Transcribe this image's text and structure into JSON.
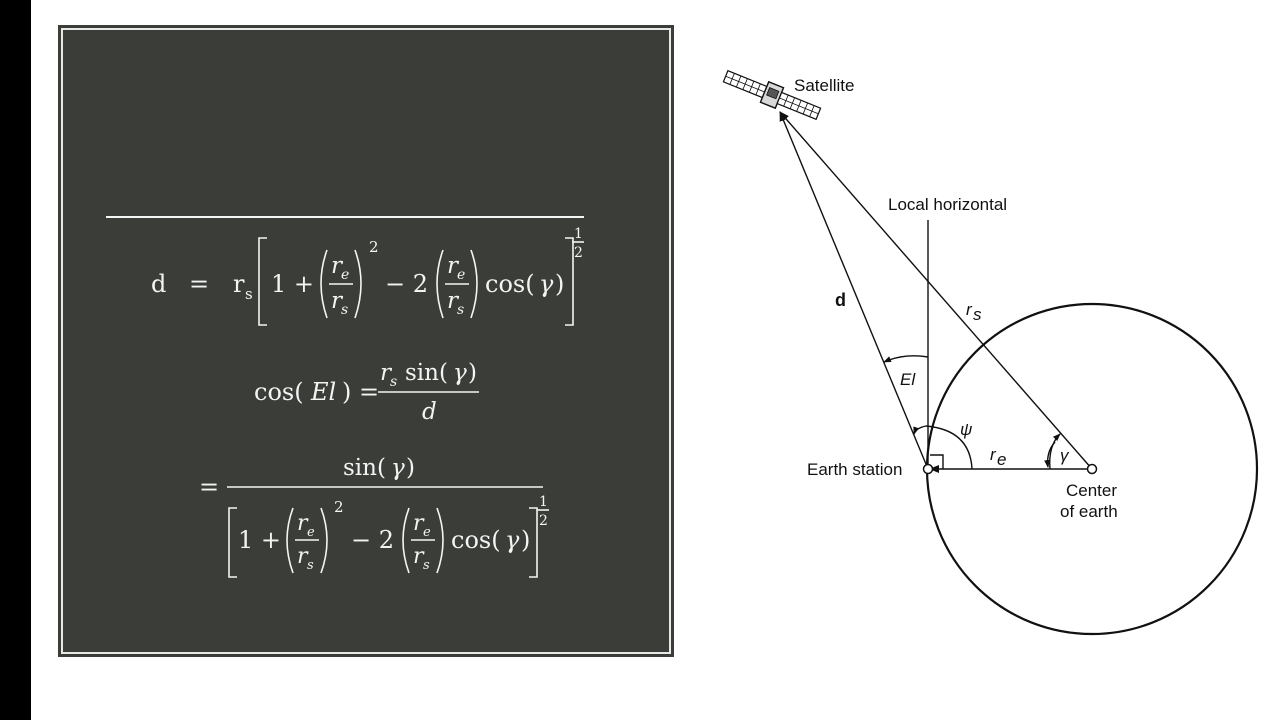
{
  "formulas": {
    "eq1": {
      "lhs": "d",
      "equals": "=",
      "coef": "r",
      "coef_sub": "s",
      "one_plus": "1 +",
      "frac_num": "r",
      "frac_num_sub": "e",
      "frac_den": "r",
      "frac_den_sub": "s",
      "square": "2",
      "minus_two": "− 2",
      "cos_fn": "cos(",
      "gamma": "γ",
      "close_paren": ")",
      "exp_num": "1",
      "exp_den": "2"
    },
    "eq2": {
      "cos_open": "cos(",
      "el": "El",
      "cos_close": ") =",
      "num_r": "r",
      "num_r_sub": "s",
      "num_sin": "sin(",
      "num_gamma": "γ",
      "num_close": ")",
      "den_d": "d"
    },
    "eq3": {
      "equals": "=",
      "num_sin": "sin(",
      "num_gamma": "γ",
      "num_close": ")",
      "one_plus": "1 +",
      "frac_num": "r",
      "frac_num_sub": "e",
      "frac_den": "r",
      "frac_den_sub": "s",
      "square": "2",
      "minus_two": "− 2",
      "cos_fn": "cos(",
      "gamma": "γ",
      "close_paren": ")",
      "exp_num": "1",
      "exp_den": "2"
    }
  },
  "diagram": {
    "satellite_label": "Satellite",
    "local_horizontal_label": "Local horizontal",
    "d_label": "d",
    "rs_label": "r",
    "rs_sub": "s",
    "el_label": "El",
    "psi_label": "ψ",
    "re_label": "r",
    "re_sub": "e",
    "gamma_label": "γ",
    "earth_station_label": "Earth station",
    "center_label_line1": "Center",
    "center_label_line2": "of earth"
  }
}
